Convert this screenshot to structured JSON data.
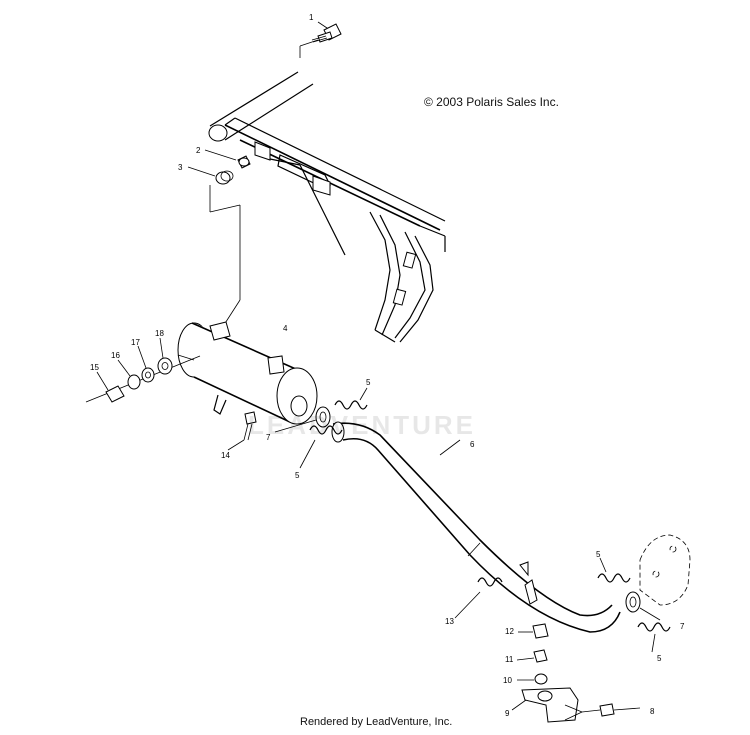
{
  "copyright": "© 2003 Polaris Sales Inc.",
  "footer": "Rendered by LeadVenture, Inc.",
  "watermark": "LEADVENTURE",
  "callouts": {
    "c1": "1",
    "c2": "2",
    "c3": "3",
    "c4": "4",
    "c5a": "5",
    "c5b": "5",
    "c5c": "5",
    "c5d": "5",
    "c6": "6",
    "c7a": "7",
    "c7b": "7",
    "c8": "8",
    "c9": "9",
    "c10": "10",
    "c11": "11",
    "c12": "12",
    "c13": "13",
    "c14": "14",
    "c15": "15",
    "c16": "16",
    "c17": "17",
    "c18": "18"
  }
}
